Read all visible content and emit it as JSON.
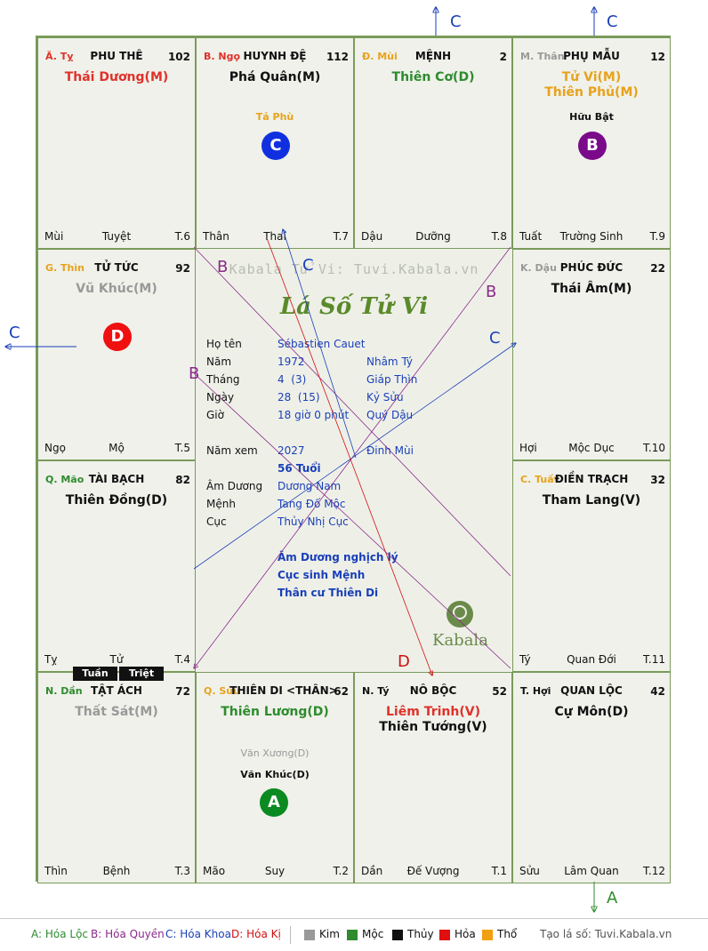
{
  "palaces": [
    {
      "id": "ty",
      "branch": "Ă. Tỵ",
      "branch_color": "#e0312b",
      "name": "PHU THÊ",
      "num": "102",
      "mains": [
        {
          "text": "Thái Dương(M)",
          "color": "#e0312b"
        }
      ],
      "aux": [],
      "left": "Mùi",
      "center": "Tuyệt",
      "right": "T.6"
    },
    {
      "id": "ngo",
      "branch": "B. Ngọ",
      "branch_color": "#e0312b",
      "name": "HUYNH ĐỆ",
      "num": "112",
      "mains": [
        {
          "text": "Phá Quân(M)",
          "color": "#111111"
        }
      ],
      "aux": [
        {
          "text": "Tả Phù",
          "color": "#e8a21c"
        }
      ],
      "left": "Thân",
      "center": "Thai",
      "right": "T.7"
    },
    {
      "id": "mui",
      "branch": "Đ. Mùi",
      "branch_color": "#e8a21c",
      "name": "MỆNH",
      "num": "2",
      "mains": [
        {
          "text": "Thiên Cơ(D)",
          "color": "#2e8b2e"
        }
      ],
      "aux": [],
      "left": "Dậu",
      "center": "Dưỡng",
      "right": "T.8"
    },
    {
      "id": "than",
      "branch": "M. Thân",
      "branch_color": "#999999",
      "name": "PHỤ MẪU",
      "num": "12",
      "mains": [
        {
          "text": "Tử Vi(M)",
          "color": "#e8a21c"
        },
        {
          "text": "Thiên Phủ(M)",
          "color": "#e8a21c"
        }
      ],
      "aux": [
        {
          "text": "Hữu Bật",
          "color": "#111111"
        }
      ],
      "left": "Tuất",
      "center": "Trường Sinh",
      "right": "T.9"
    },
    {
      "id": "thin",
      "branch": "G. Thìn",
      "branch_color": "#e8a21c",
      "name": "TỬ TỨC",
      "num": "92",
      "mains": [
        {
          "text": "Vũ Khúc(M)",
          "color": "#999999"
        }
      ],
      "aux": [],
      "left": "Ngọ",
      "center": "Mộ",
      "right": "T.5"
    },
    {
      "id": "dau",
      "branch": "K. Dậu",
      "branch_color": "#999999",
      "name": "PHÚC ĐỨC",
      "num": "22",
      "mains": [
        {
          "text": "Thái Âm(M)",
          "color": "#111111"
        }
      ],
      "aux": [],
      "left": "Hợi",
      "center": "Mộc Dục",
      "right": "T.10"
    },
    {
      "id": "mao",
      "branch": "Q. Mão",
      "branch_color": "#2e8b2e",
      "name": "TÀI BẠCH",
      "num": "82",
      "mains": [
        {
          "text": "Thiên Đồng(D)",
          "color": "#111111"
        }
      ],
      "aux": [],
      "left": "Tỵ",
      "center": "Tử",
      "right": "T.4"
    },
    {
      "id": "tuat",
      "branch": "C. Tuất",
      "branch_color": "#e8a21c",
      "name": "ĐIỀN TRẠCH",
      "num": "32",
      "mains": [
        {
          "text": "Tham Lang(V)",
          "color": "#111111"
        }
      ],
      "aux": [],
      "left": "Tý",
      "center": "Quan Đới",
      "right": "T.11"
    },
    {
      "id": "dan",
      "branch": "N. Dần",
      "branch_color": "#2e8b2e",
      "name": "TẬT ÁCH",
      "num": "72",
      "mains": [
        {
          "text": "Thất Sát(M)",
          "color": "#999999"
        }
      ],
      "aux": [],
      "left": "Thìn",
      "center": "Bệnh",
      "right": "T.3"
    },
    {
      "id": "su",
      "branch": "Q. Sửu",
      "branch_color": "#e8a21c",
      "name": "THIÊN DI <THÂN>",
      "num": "62",
      "mains": [
        {
          "text": "Thiên Lương(D)",
          "color": "#2e8b2e"
        }
      ],
      "aux": [
        {
          "text": "Văn Xương(D)",
          "color": "#999999"
        },
        {
          "text": "Văn Khúc(D)",
          "color": "#111111"
        }
      ],
      "left": "Mão",
      "center": "Suy",
      "right": "T.2"
    },
    {
      "id": "tyx",
      "branch": "N. Tý",
      "branch_color": "#111111",
      "name": "NÔ BỘC",
      "num": "52",
      "mains": [
        {
          "text": "Liêm Trinh(V)",
          "color": "#e0312b"
        },
        {
          "text": "Thiên Tướng(V)",
          "color": "#111111"
        }
      ],
      "aux": [],
      "left": "Dần",
      "center": "Đế Vượng",
      "right": "T.1"
    },
    {
      "id": "hoi",
      "branch": "T. Hợi",
      "branch_color": "#111111",
      "name": "QUAN LỘC",
      "num": "42",
      "mains": [
        {
          "text": "Cự Môn(D)",
          "color": "#111111"
        }
      ],
      "aux": [],
      "left": "Sửu",
      "center": "Lâm Quan",
      "right": "T.12"
    }
  ],
  "markers": {
    "a": "A",
    "b": "B",
    "c": "C",
    "d": "D"
  },
  "tuan": "Tuần",
  "triet": "Triệt",
  "watermark": "Kabala Tử Vi: Tuvi.Kabala.vn",
  "center": {
    "title": "Lá Số Tử Vi",
    "ho_ten_label": "Họ tên",
    "ho_ten": "Sébastien Cauet",
    "nam_label": "Năm",
    "nam": "1972",
    "nam_can": "Nhâm Tý",
    "thang_label": "Tháng",
    "thang": "4  (3)",
    "thang_can": "Giáp Thìn",
    "ngay_label": "Ngày",
    "ngay": "28  (15)",
    "ngay_can": "Kỷ Sửu",
    "gio_label": "Giờ",
    "gio": "18 giờ 0 phút",
    "gio_can": "Quý Dậu",
    "namxem_label": "Năm xem",
    "namxem": "2027",
    "namxem_can": "Đinh Mùi",
    "tuoi": "56 Tuổi",
    "amduong_label": "Âm Dương",
    "amduong": "Dương Nam",
    "menh_label": "Mệnh",
    "menh": "Tang Đố Mộc",
    "cuc_label": "Cục",
    "cuc": "Thủy Nhị Cục",
    "note1": "Âm Dương nghịch lý",
    "note2": "Cục sinh Mệnh",
    "note3": "Thân cư Thiên Di",
    "brand": "Kabala"
  },
  "legend": {
    "a": "A: Hóa Lộc",
    "b": "B: Hóa Quyền",
    "c": "C: Hóa Khoa",
    "d": "D: Hóa Kị",
    "kim": "Kim",
    "moc": "Mộc",
    "thuy": "Thủy",
    "hoa": "Hỏa",
    "tho": "Thổ",
    "credit": "Tạo lá số: Tuvi.Kabala.vn"
  },
  "colors": {
    "green": "#2e8b2e",
    "red": "#e0312b",
    "blue": "#1a3fb8",
    "purple": "#8a2a8a",
    "orange": "#e8a21c",
    "gray": "#999999",
    "border": "#7a9a5a"
  }
}
